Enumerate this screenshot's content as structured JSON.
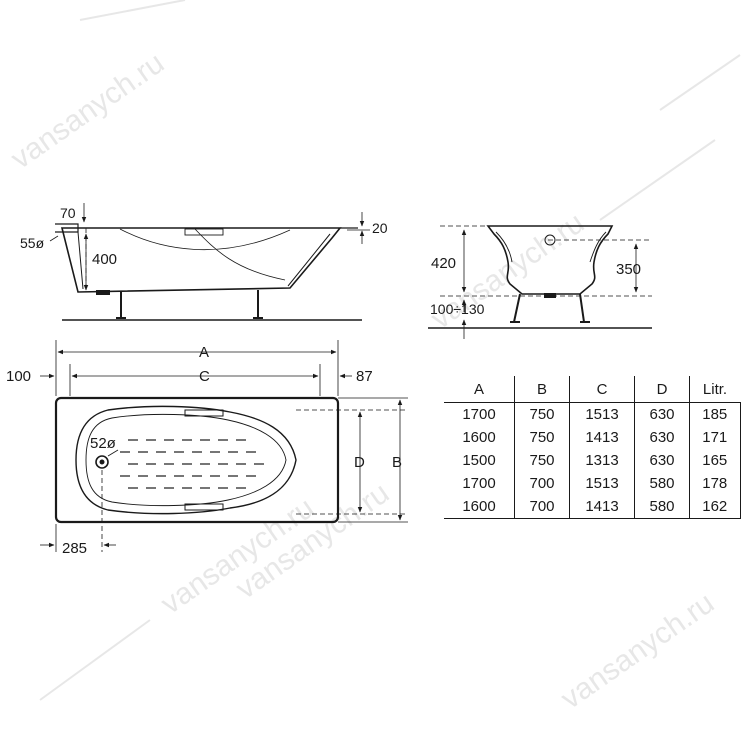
{
  "watermark": "vansanych.ru",
  "side_view": {
    "rim_width": "70",
    "overflow_diameter": "55ø",
    "height": "400",
    "rim_edge": "20"
  },
  "end_view": {
    "height_total": "420",
    "height_inner": "350",
    "leg_range": "100÷130"
  },
  "plan_view": {
    "A": "A",
    "C": "C",
    "B": "B",
    "D": "D",
    "left_offset": "100",
    "right_offset": "87",
    "drain_diameter": "52ø",
    "drain_offset": "285"
  },
  "table": {
    "headers": [
      "A",
      "B",
      "C",
      "D",
      "Litr."
    ],
    "rows": [
      [
        "1700",
        "750",
        "1513",
        "630",
        "185"
      ],
      [
        "1600",
        "750",
        "1413",
        "630",
        "171"
      ],
      [
        "1500",
        "750",
        "1313",
        "630",
        "165"
      ],
      [
        "1700",
        "700",
        "1513",
        "580",
        "178"
      ],
      [
        "1600",
        "700",
        "1413",
        "580",
        "162"
      ]
    ]
  }
}
